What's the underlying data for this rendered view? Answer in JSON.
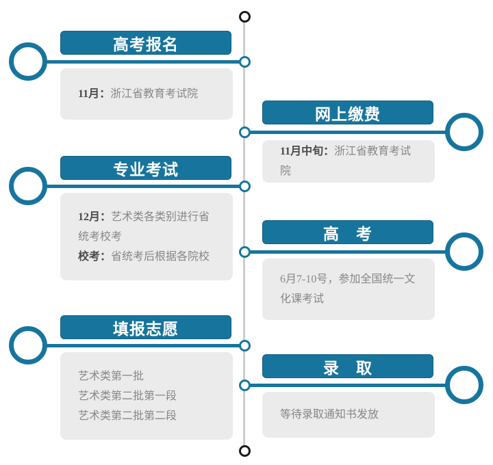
{
  "colors": {
    "accent": "#17759d",
    "box_bg": "#ebebeb",
    "axis_gray": "#cccccc",
    "end_ring_black": "#1a1a1a",
    "text_regular": "#878787",
    "text_bold": "#4a4a4a"
  },
  "timeline": {
    "items": [
      {
        "side": "left",
        "title": "高考报名",
        "lines": [
          [
            {
              "t": "11月：",
              "b": true
            },
            {
              "t": "浙江省教育考试院",
              "b": false
            }
          ]
        ]
      },
      {
        "side": "right",
        "title": "网上缴费",
        "lines": [
          [
            {
              "t": "11月中旬：",
              "b": true
            },
            {
              "t": "浙江省教育考试院",
              "b": false
            }
          ]
        ]
      },
      {
        "side": "left",
        "title": "专业考试",
        "lines": [
          [
            {
              "t": "12月：",
              "b": true
            },
            {
              "t": "艺术类各类别进行省统考校考",
              "b": false
            }
          ],
          [
            {
              "t": "校考：",
              "b": true
            },
            {
              "t": "省统考后根据各院校",
              "b": false
            }
          ]
        ]
      },
      {
        "side": "right",
        "title": "高　考",
        "lines": [
          [
            {
              "t": "6月7-10号，参加全国统一文化课考试",
              "b": false
            }
          ]
        ]
      },
      {
        "side": "left",
        "title": "填报志愿",
        "lines": [
          [
            {
              "t": "艺术类第一批",
              "b": false
            }
          ],
          [
            {
              "t": "艺术类第二批第一段",
              "b": false
            }
          ],
          [
            {
              "t": "艺术类第二批第二段",
              "b": false
            }
          ]
        ]
      },
      {
        "side": "right",
        "title": "录　取",
        "lines": [
          [
            {
              "t": "等待录取通知书发放",
              "b": false
            }
          ]
        ]
      }
    ]
  }
}
